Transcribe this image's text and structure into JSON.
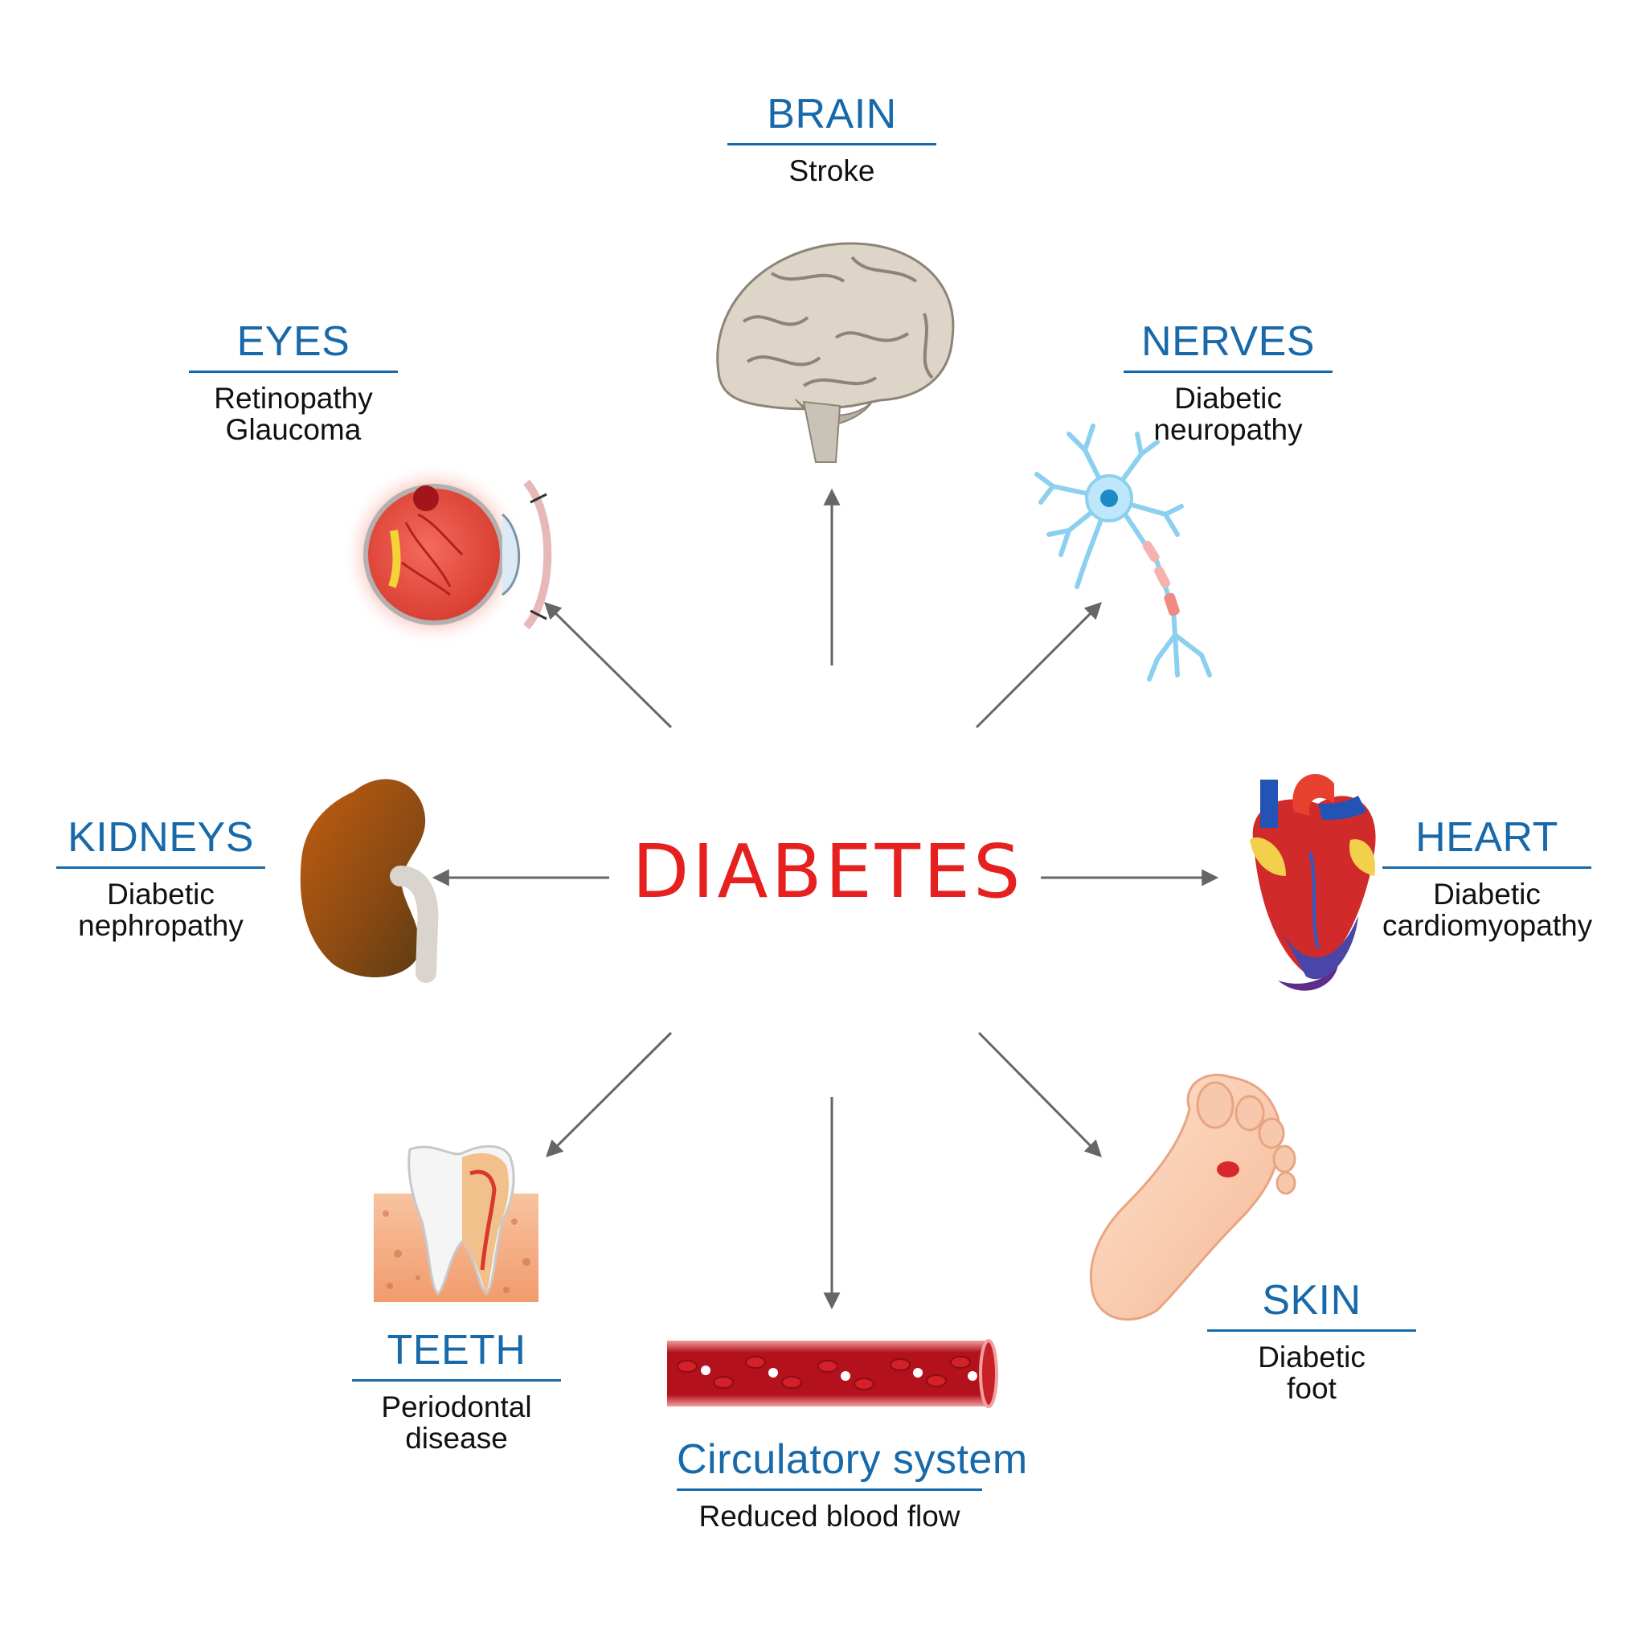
{
  "title": "DIABETES",
  "colors": {
    "title": "#e5201f",
    "organ_label": "#1769aa",
    "arrow": "#666666",
    "text": "#111111"
  },
  "organs": {
    "brain": {
      "name": "BRAIN",
      "lines": [
        "Stroke"
      ],
      "icon": "brain-icon"
    },
    "eyes": {
      "name": "EYES",
      "lines": [
        "Retinopathy",
        "Glaucoma"
      ],
      "icon": "eye-icon"
    },
    "nerves": {
      "name": "NERVES",
      "lines": [
        "Diabetic",
        "neuropathy"
      ],
      "icon": "neuron-icon"
    },
    "kidneys": {
      "name": "KIDNEYS",
      "lines": [
        "Diabetic",
        "nephropathy"
      ],
      "icon": "kidney-icon"
    },
    "heart": {
      "name": "HEART",
      "lines": [
        "Diabetic",
        "cardiomyopathy"
      ],
      "icon": "heart-icon"
    },
    "teeth": {
      "name": "TEETH",
      "lines": [
        "Periodontal",
        "disease"
      ],
      "icon": "tooth-icon"
    },
    "circulatory": {
      "name": "Circulatory system",
      "lines": [
        "Reduced blood flow"
      ],
      "icon": "blood-vessel-icon"
    },
    "skin": {
      "name": "SKIN",
      "lines": [
        "Diabetic",
        "foot"
      ],
      "icon": "foot-icon"
    }
  }
}
